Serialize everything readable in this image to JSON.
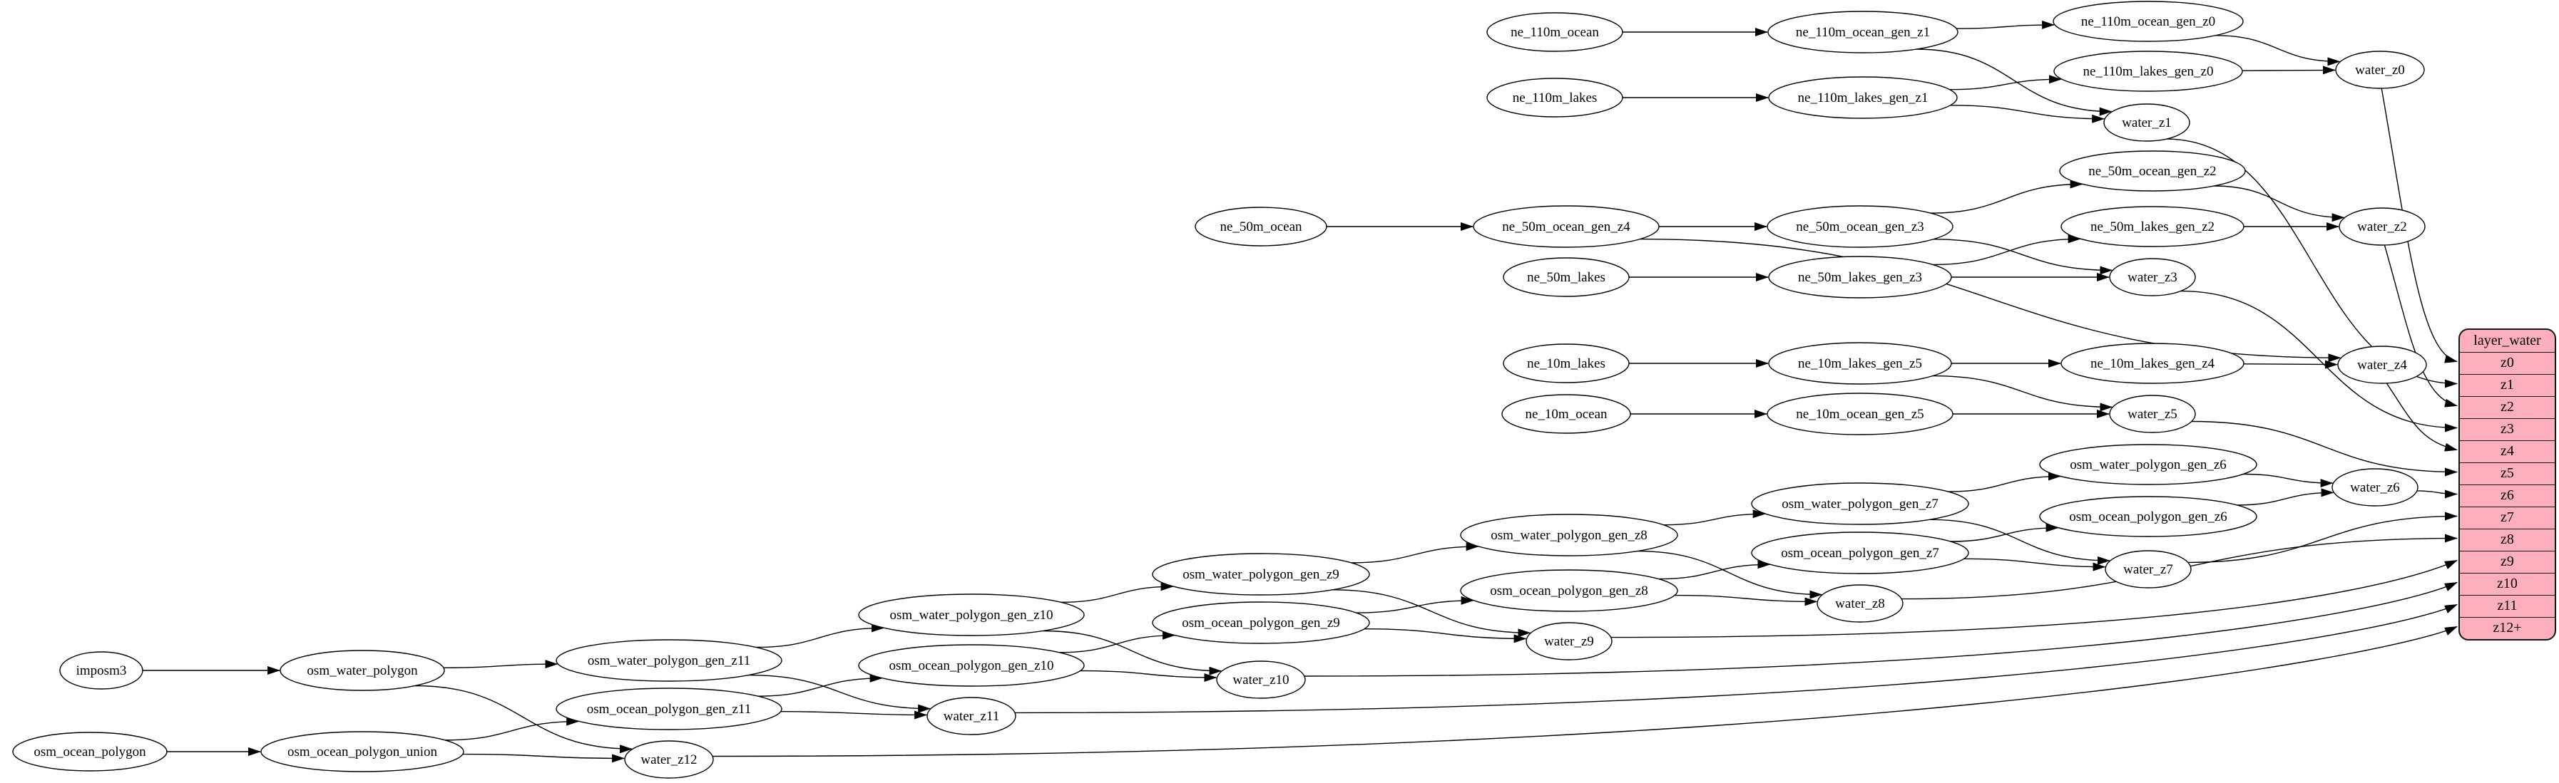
{
  "diagram": {
    "kind": "etl-dependency-graph",
    "description": "water layer ETL graph"
  },
  "colors": {
    "background": "#ffffff",
    "node_fill": "#ffffff",
    "stroke": "#000000",
    "text": "#000000",
    "table_fill": "#fbafbd",
    "table_border": "#161616"
  },
  "table": {
    "title": "layer_water",
    "rows": [
      "z0",
      "z1",
      "z2",
      "z3",
      "z4",
      "z5",
      "z6",
      "z7",
      "z8",
      "z9",
      "z10",
      "z11",
      "z12+"
    ]
  },
  "nodes": [
    {
      "id": "ne_110m_ocean",
      "label": "ne_110m_ocean"
    },
    {
      "id": "ne_110m_ocean_gen_z1",
      "label": "ne_110m_ocean_gen_z1"
    },
    {
      "id": "ne_110m_ocean_gen_z0",
      "label": "ne_110m_ocean_gen_z0"
    },
    {
      "id": "ne_110m_lakes",
      "label": "ne_110m_lakes"
    },
    {
      "id": "ne_110m_lakes_gen_z1",
      "label": "ne_110m_lakes_gen_z1"
    },
    {
      "id": "ne_110m_lakes_gen_z0",
      "label": "ne_110m_lakes_gen_z0"
    },
    {
      "id": "water_z0",
      "label": "water_z0"
    },
    {
      "id": "water_z1",
      "label": "water_z1"
    },
    {
      "id": "ne_50m_ocean",
      "label": "ne_50m_ocean"
    },
    {
      "id": "ne_50m_ocean_gen_z4",
      "label": "ne_50m_ocean_gen_z4"
    },
    {
      "id": "ne_50m_ocean_gen_z3",
      "label": "ne_50m_ocean_gen_z3"
    },
    {
      "id": "ne_50m_ocean_gen_z2",
      "label": "ne_50m_ocean_gen_z2"
    },
    {
      "id": "ne_50m_lakes",
      "label": "ne_50m_lakes"
    },
    {
      "id": "ne_50m_lakes_gen_z3",
      "label": "ne_50m_lakes_gen_z3"
    },
    {
      "id": "ne_50m_lakes_gen_z2",
      "label": "ne_50m_lakes_gen_z2"
    },
    {
      "id": "water_z2",
      "label": "water_z2"
    },
    {
      "id": "water_z3",
      "label": "water_z3"
    },
    {
      "id": "ne_10m_lakes",
      "label": "ne_10m_lakes"
    },
    {
      "id": "ne_10m_lakes_gen_z5",
      "label": "ne_10m_lakes_gen_z5"
    },
    {
      "id": "ne_10m_lakes_gen_z4",
      "label": "ne_10m_lakes_gen_z4"
    },
    {
      "id": "water_z4",
      "label": "water_z4"
    },
    {
      "id": "ne_10m_ocean",
      "label": "ne_10m_ocean"
    },
    {
      "id": "ne_10m_ocean_gen_z5",
      "label": "ne_10m_ocean_gen_z5"
    },
    {
      "id": "water_z5",
      "label": "water_z5"
    },
    {
      "id": "osm_water_polygon_gen_z6",
      "label": "osm_water_polygon_gen_z6"
    },
    {
      "id": "water_z6",
      "label": "water_z6"
    },
    {
      "id": "osm_water_polygon_gen_z7",
      "label": "osm_water_polygon_gen_z7"
    },
    {
      "id": "osm_ocean_polygon_gen_z6",
      "label": "osm_ocean_polygon_gen_z6"
    },
    {
      "id": "osm_water_polygon_gen_z8",
      "label": "osm_water_polygon_gen_z8"
    },
    {
      "id": "osm_ocean_polygon_gen_z7",
      "label": "osm_ocean_polygon_gen_z7"
    },
    {
      "id": "water_z7",
      "label": "water_z7"
    },
    {
      "id": "osm_water_polygon_gen_z9",
      "label": "osm_water_polygon_gen_z9"
    },
    {
      "id": "osm_ocean_polygon_gen_z8",
      "label": "osm_ocean_polygon_gen_z8"
    },
    {
      "id": "water_z8",
      "label": "water_z8"
    },
    {
      "id": "osm_water_polygon_gen_z10",
      "label": "osm_water_polygon_gen_z10"
    },
    {
      "id": "osm_ocean_polygon_gen_z9",
      "label": "osm_ocean_polygon_gen_z9"
    },
    {
      "id": "water_z9",
      "label": "water_z9"
    },
    {
      "id": "osm_water_polygon_gen_z11",
      "label": "osm_water_polygon_gen_z11"
    },
    {
      "id": "osm_ocean_polygon_gen_z10",
      "label": "osm_ocean_polygon_gen_z10"
    },
    {
      "id": "water_z10",
      "label": "water_z10"
    },
    {
      "id": "imposm3",
      "label": "imposm3"
    },
    {
      "id": "osm_water_polygon",
      "label": "osm_water_polygon"
    },
    {
      "id": "osm_ocean_polygon_gen_z11",
      "label": "osm_ocean_polygon_gen_z11"
    },
    {
      "id": "water_z11",
      "label": "water_z11"
    },
    {
      "id": "osm_ocean_polygon",
      "label": "osm_ocean_polygon"
    },
    {
      "id": "osm_ocean_polygon_union",
      "label": "osm_ocean_polygon_union"
    },
    {
      "id": "water_z12",
      "label": "water_z12"
    }
  ],
  "edges": [
    [
      "ne_110m_ocean",
      "ne_110m_ocean_gen_z1"
    ],
    [
      "ne_110m_ocean_gen_z1",
      "ne_110m_ocean_gen_z0"
    ],
    [
      "ne_110m_ocean_gen_z1",
      "water_z1"
    ],
    [
      "ne_110m_ocean_gen_z0",
      "water_z0"
    ],
    [
      "ne_110m_lakes",
      "ne_110m_lakes_gen_z1"
    ],
    [
      "ne_110m_lakes_gen_z1",
      "ne_110m_lakes_gen_z0"
    ],
    [
      "ne_110m_lakes_gen_z1",
      "water_z1"
    ],
    [
      "ne_110m_lakes_gen_z0",
      "water_z0"
    ],
    [
      "ne_50m_ocean",
      "ne_50m_ocean_gen_z4"
    ],
    [
      "ne_50m_ocean_gen_z4",
      "ne_50m_ocean_gen_z3"
    ],
    [
      "ne_50m_ocean_gen_z4",
      "water_z4"
    ],
    [
      "ne_50m_ocean_gen_z3",
      "ne_50m_ocean_gen_z2"
    ],
    [
      "ne_50m_ocean_gen_z3",
      "water_z3"
    ],
    [
      "ne_50m_ocean_gen_z2",
      "water_z2"
    ],
    [
      "ne_50m_lakes",
      "ne_50m_lakes_gen_z3"
    ],
    [
      "ne_50m_lakes_gen_z3",
      "ne_50m_lakes_gen_z2"
    ],
    [
      "ne_50m_lakes_gen_z3",
      "water_z3"
    ],
    [
      "ne_50m_lakes_gen_z2",
      "water_z2"
    ],
    [
      "ne_10m_lakes",
      "ne_10m_lakes_gen_z5"
    ],
    [
      "ne_10m_lakes_gen_z5",
      "ne_10m_lakes_gen_z4"
    ],
    [
      "ne_10m_lakes_gen_z5",
      "water_z5"
    ],
    [
      "ne_10m_lakes_gen_z4",
      "water_z4"
    ],
    [
      "ne_10m_ocean",
      "ne_10m_ocean_gen_z5"
    ],
    [
      "ne_10m_ocean_gen_z5",
      "water_z5"
    ],
    [
      "imposm3",
      "osm_water_polygon"
    ],
    [
      "osm_water_polygon",
      "osm_water_polygon_gen_z11"
    ],
    [
      "osm_water_polygon",
      "water_z12"
    ],
    [
      "osm_ocean_polygon",
      "osm_ocean_polygon_union"
    ],
    [
      "osm_ocean_polygon_union",
      "osm_ocean_polygon_gen_z11"
    ],
    [
      "osm_ocean_polygon_union",
      "water_z12"
    ],
    [
      "osm_water_polygon_gen_z11",
      "osm_water_polygon_gen_z10"
    ],
    [
      "osm_water_polygon_gen_z11",
      "water_z11"
    ],
    [
      "osm_ocean_polygon_gen_z11",
      "osm_ocean_polygon_gen_z10"
    ],
    [
      "osm_ocean_polygon_gen_z11",
      "water_z11"
    ],
    [
      "osm_water_polygon_gen_z10",
      "osm_water_polygon_gen_z9"
    ],
    [
      "osm_water_polygon_gen_z10",
      "water_z10"
    ],
    [
      "osm_ocean_polygon_gen_z10",
      "osm_ocean_polygon_gen_z9"
    ],
    [
      "osm_ocean_polygon_gen_z10",
      "water_z10"
    ],
    [
      "osm_water_polygon_gen_z9",
      "osm_water_polygon_gen_z8"
    ],
    [
      "osm_water_polygon_gen_z9",
      "water_z9"
    ],
    [
      "osm_ocean_polygon_gen_z9",
      "osm_ocean_polygon_gen_z8"
    ],
    [
      "osm_ocean_polygon_gen_z9",
      "water_z9"
    ],
    [
      "osm_water_polygon_gen_z8",
      "osm_water_polygon_gen_z7"
    ],
    [
      "osm_water_polygon_gen_z8",
      "water_z8"
    ],
    [
      "osm_ocean_polygon_gen_z8",
      "osm_ocean_polygon_gen_z7"
    ],
    [
      "osm_ocean_polygon_gen_z8",
      "water_z8"
    ],
    [
      "osm_water_polygon_gen_z7",
      "osm_water_polygon_gen_z6"
    ],
    [
      "osm_water_polygon_gen_z7",
      "water_z7"
    ],
    [
      "osm_ocean_polygon_gen_z7",
      "osm_ocean_polygon_gen_z6"
    ],
    [
      "osm_ocean_polygon_gen_z7",
      "water_z7"
    ],
    [
      "osm_water_polygon_gen_z6",
      "water_z6"
    ],
    [
      "osm_ocean_polygon_gen_z6",
      "water_z6"
    ],
    [
      "water_z0",
      "row:z0"
    ],
    [
      "water_z1",
      "row:z1"
    ],
    [
      "water_z2",
      "row:z2"
    ],
    [
      "water_z3",
      "row:z3"
    ],
    [
      "water_z4",
      "row:z4"
    ],
    [
      "water_z5",
      "row:z5"
    ],
    [
      "water_z6",
      "row:z6"
    ],
    [
      "water_z7",
      "row:z7"
    ],
    [
      "water_z8",
      "row:z8"
    ],
    [
      "water_z9",
      "row:z9"
    ],
    [
      "water_z10",
      "row:z10"
    ],
    [
      "water_z11",
      "row:z11"
    ],
    [
      "water_z12",
      "row:z12+"
    ]
  ]
}
